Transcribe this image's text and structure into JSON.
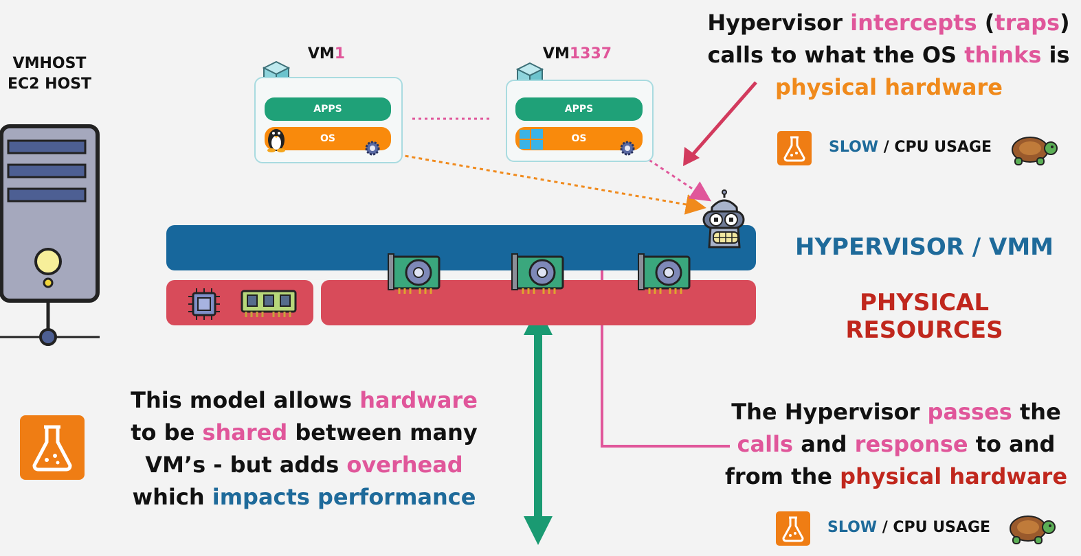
{
  "host": {
    "line1": "VMHOST",
    "line2": "EC2 HOST"
  },
  "vms": [
    {
      "prefix": "VM",
      "number": "1",
      "apps_label": "APPS",
      "os_label": "OS",
      "os_type": "linux-penguin-icon"
    },
    {
      "prefix": "VM",
      "number": "1337",
      "apps_label": "APPS",
      "os_label": "OS",
      "os_type": "windows-logo-icon"
    }
  ],
  "layers": {
    "hypervisor": "HYPERVISOR / VMM",
    "physical": "PHYSICAL RESOURCES"
  },
  "top_callout": {
    "l1a": "Hypervisor ",
    "l1b": "intercepts",
    "l1c": " (",
    "l1d": "traps",
    "l1e": ")",
    "l2a": "calls to what the OS ",
    "l2b": "thinks",
    "l2c": " is",
    "l3": "physical hardware"
  },
  "slow_usage": {
    "slow": "SLOW",
    "rest": " / CPU USAGE"
  },
  "bottom_right_callout": {
    "l1a": "The Hypervisor ",
    "l1b": "passes",
    "l1c": " the",
    "l2a": "calls",
    "l2b": " and ",
    "l2c": "response",
    "l2d": " to and",
    "l3a": "from the ",
    "l3b": "physical hardware"
  },
  "bottom_left_callout": {
    "l1a": "This model allows ",
    "l1b": "hardware",
    "l2a": "to be ",
    "l2b": "shared",
    "l2c": " between many",
    "l3a": "VM’s - but adds ",
    "l3b": "overhead",
    "l4a": "which ",
    "l4b": "impacts performance"
  },
  "colors": {
    "hypervisor_band": "#17679c",
    "physical_band": "#d84b5a",
    "apps": "#1fa178",
    "os": "#f98a0c",
    "highlight_pink": "#e0569a",
    "highlight_orange": "#f08a1c",
    "highlight_blue": "#1e6a9a",
    "highlight_red": "#c0271d",
    "green_arrow": "#1a9a72"
  }
}
